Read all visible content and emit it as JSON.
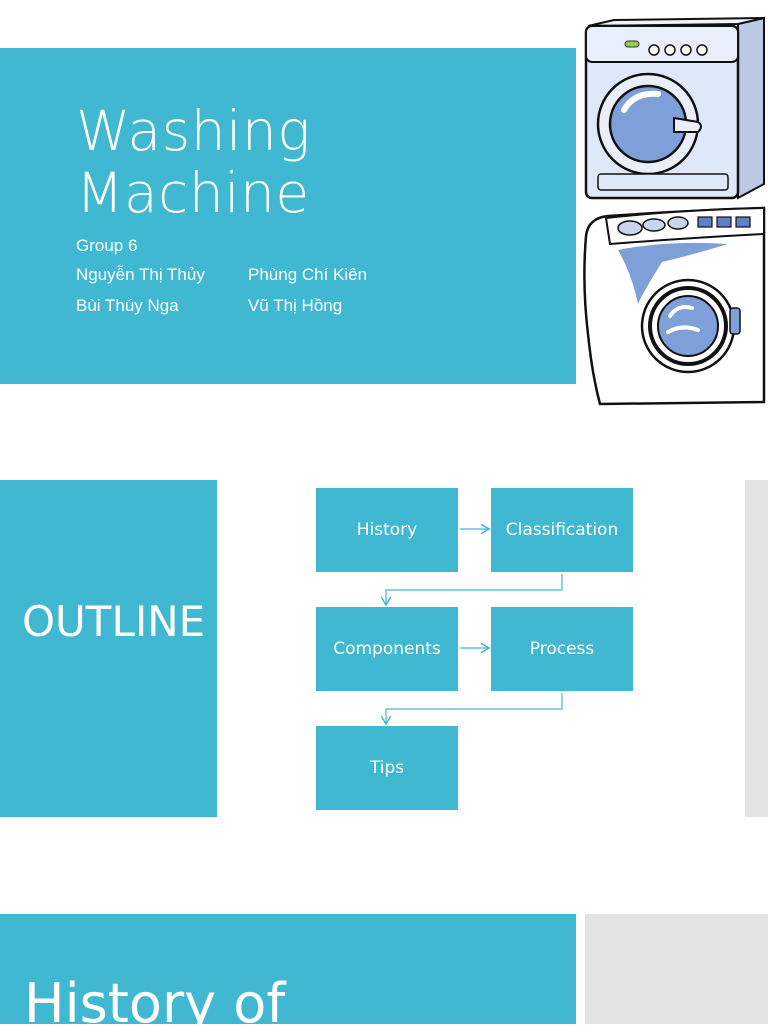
{
  "slide1": {
    "title_line1": "Washing",
    "title_line2": "Machine",
    "group": "Group 6",
    "members": [
      "Nguyễn Thị Thủy",
      "Phùng Chí Kiên",
      "Bùi Thúy Nga",
      "Vũ Thị Hồng"
    ]
  },
  "slide2": {
    "heading": "OUTLINE",
    "flow": [
      "History",
      "Classification",
      "Components",
      "Process",
      "Tips"
    ]
  },
  "slide3": {
    "heading": "History of"
  },
  "colors": {
    "accent": "#40b8d2",
    "panel_gray": "#e3e3e3",
    "background": "#ffffff",
    "machine_body": "#dfe8f8",
    "drum_glass": "#7f9fd8"
  },
  "icons": [
    "washing-machine-icon",
    "front-loader-icon",
    "arrow-right-icon",
    "arrow-down-icon"
  ]
}
